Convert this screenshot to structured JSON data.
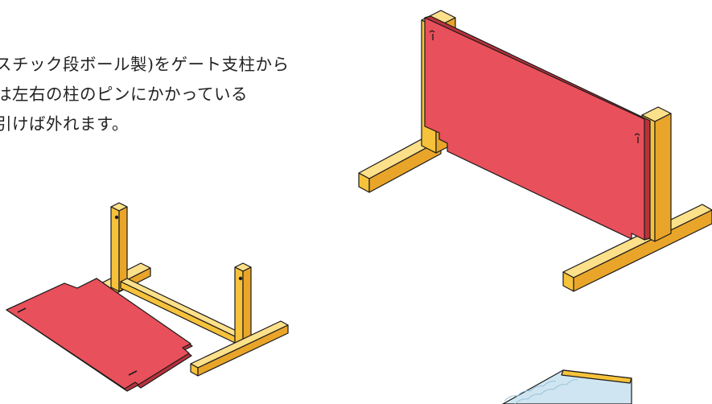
{
  "caption": {
    "lines": [
      "スチック段ボール製)をゲート支柱から",
      "は左右の柱のピンにかかっている",
      "引けば外れます。"
    ]
  },
  "colors": {
    "panel": "#e8505b",
    "wood": "#f7c23b",
    "wood_dark": "#e9a52a",
    "wood_light": "#fde08a",
    "outline": "#1a1a1a",
    "roof": "#cfe6f2"
  },
  "icons": [
    "pin-icon"
  ]
}
